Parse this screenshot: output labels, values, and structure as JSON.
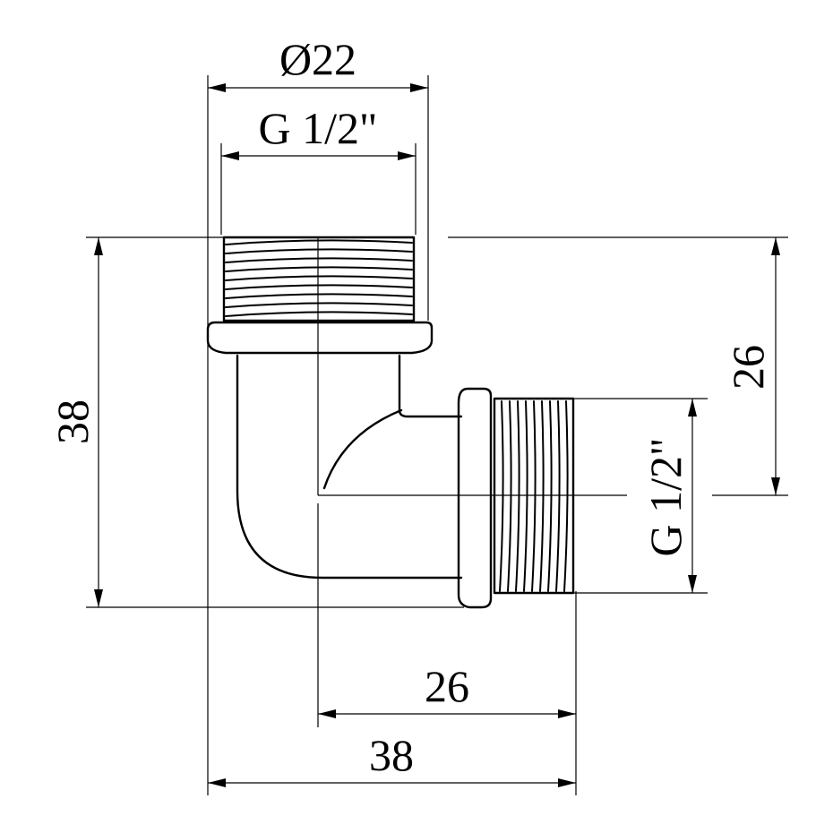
{
  "dimensions": {
    "top_outer_diameter": "Ø22",
    "top_thread": "G 1/2\"",
    "side_thread": "G 1/2\"",
    "left_height": "38",
    "right_height": "26",
    "bottom_inner": "26",
    "bottom_outer": "38"
  },
  "colors": {
    "line": "#000000",
    "background": "#ffffff"
  }
}
